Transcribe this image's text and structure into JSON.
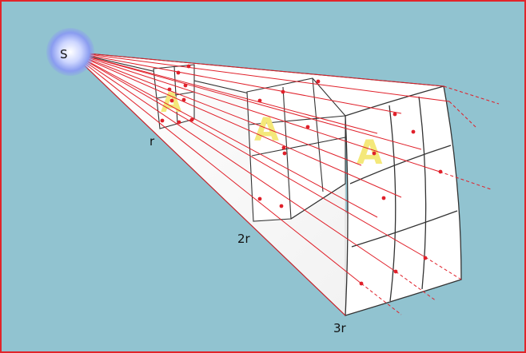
{
  "source_label": "S",
  "distance_labels": {
    "one": "r",
    "two": "2r",
    "three": "3r"
  },
  "area_labels": {
    "one": "A",
    "two": "A",
    "three": "A"
  },
  "colors": {
    "background": "#91c3d0",
    "frame": "#e2242a",
    "rays": "#e0202a",
    "faces": "#ffffff",
    "area_letter": "#f4e87a",
    "source_glow": "#7f93e8"
  }
}
